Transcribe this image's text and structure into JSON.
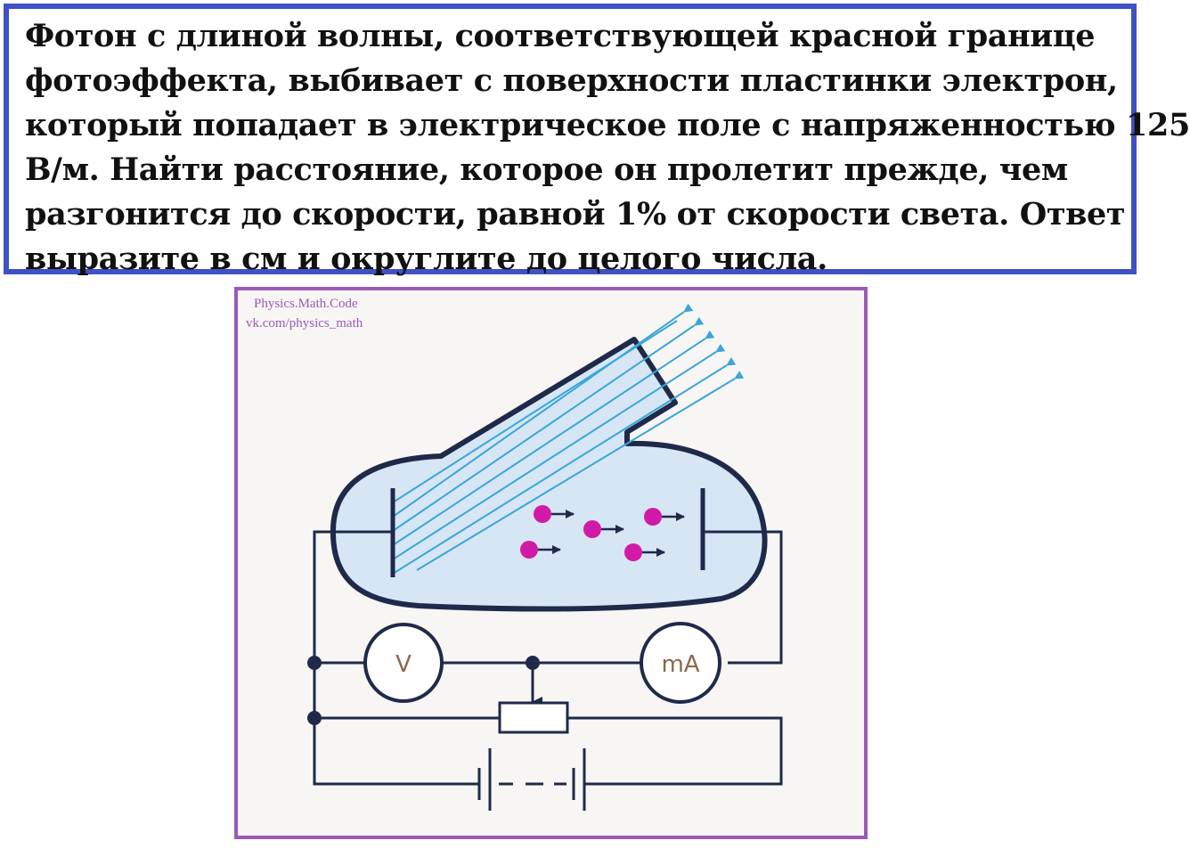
{
  "problem": {
    "lines": [
      "Фотон с длиной волны, соответствующей красной границе",
      "фотоэффекта, выбивает с поверхности пластинки электрон,",
      "который попадает в электрическое поле с напряженностью 125",
      "В/м. Найти расстояние, которое он пролетит прежде, чем",
      "разгонится до скорости, равной 1% от скорости света. Ответ",
      "выразите в см и округлите до целого числа."
    ]
  },
  "figure": {
    "watermark_line1": "Physics.Math.Code",
    "watermark_line2": "vk.com/physics_math",
    "voltmeter_label": "V",
    "milliammeter_label": "mA"
  },
  "colors": {
    "frame_border": "#3f51c4",
    "figure_border": "#9b59b6",
    "tube_fill": "#d6e6f5",
    "wire": "#1f2a4a",
    "light_rays": "#3aa6d8",
    "electrons": "#d21aa8",
    "watermark": "#9b59b6"
  }
}
